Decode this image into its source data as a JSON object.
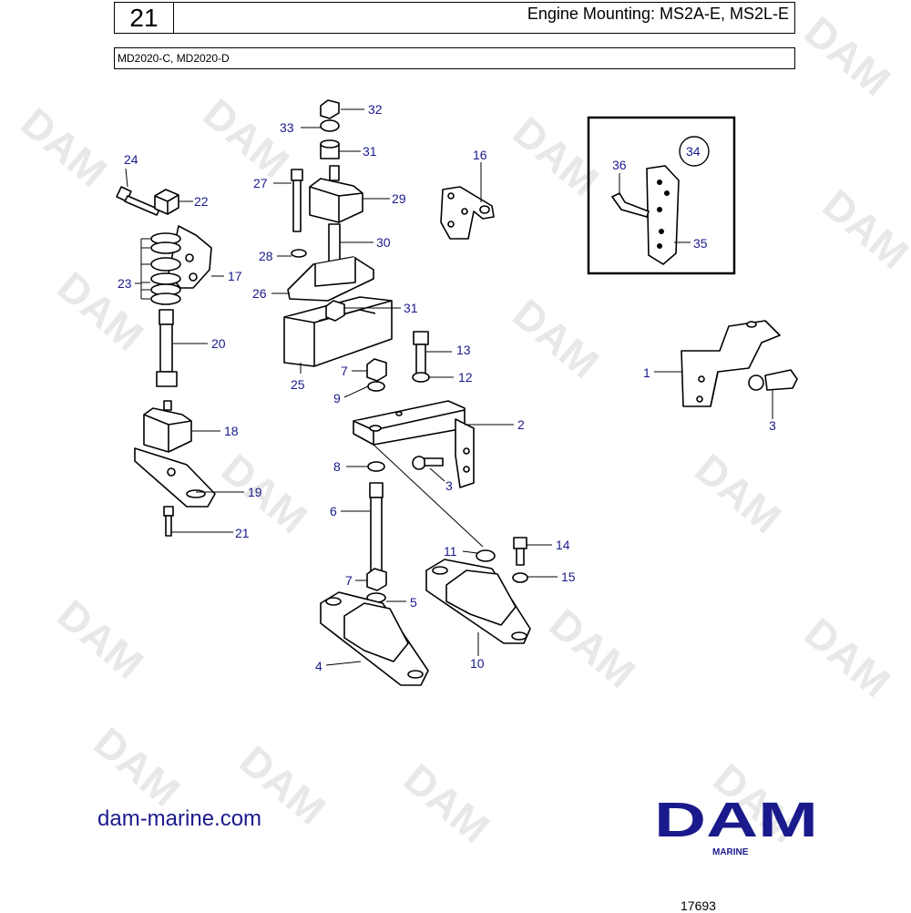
{
  "header": {
    "page_number": "21",
    "title": "Engine Mounting: MS2A-E,  MS2L-E",
    "models": "MD2020-C, MD2020-D"
  },
  "watermark": "DAM",
  "callouts": [
    "1",
    "2",
    "3",
    "3",
    "4",
    "5",
    "6",
    "7",
    "7",
    "8",
    "9",
    "10",
    "11",
    "12",
    "13",
    "14",
    "15",
    "16",
    "17",
    "18",
    "19",
    "20",
    "21",
    "22",
    "23",
    "24",
    "25",
    "26",
    "27",
    "28",
    "29",
    "30",
    "31",
    "31",
    "32",
    "33",
    "34",
    "35",
    "36"
  ],
  "footer": {
    "website": "dam-marine.com",
    "logo_text": "DAM",
    "logo_subtext": "MARINE",
    "drawing_number": "17693"
  },
  "colors": {
    "callout_text": "#1a1a8c",
    "logo": "#1a1a8c",
    "line": "#000000",
    "watermark": "#e8e8e8"
  }
}
